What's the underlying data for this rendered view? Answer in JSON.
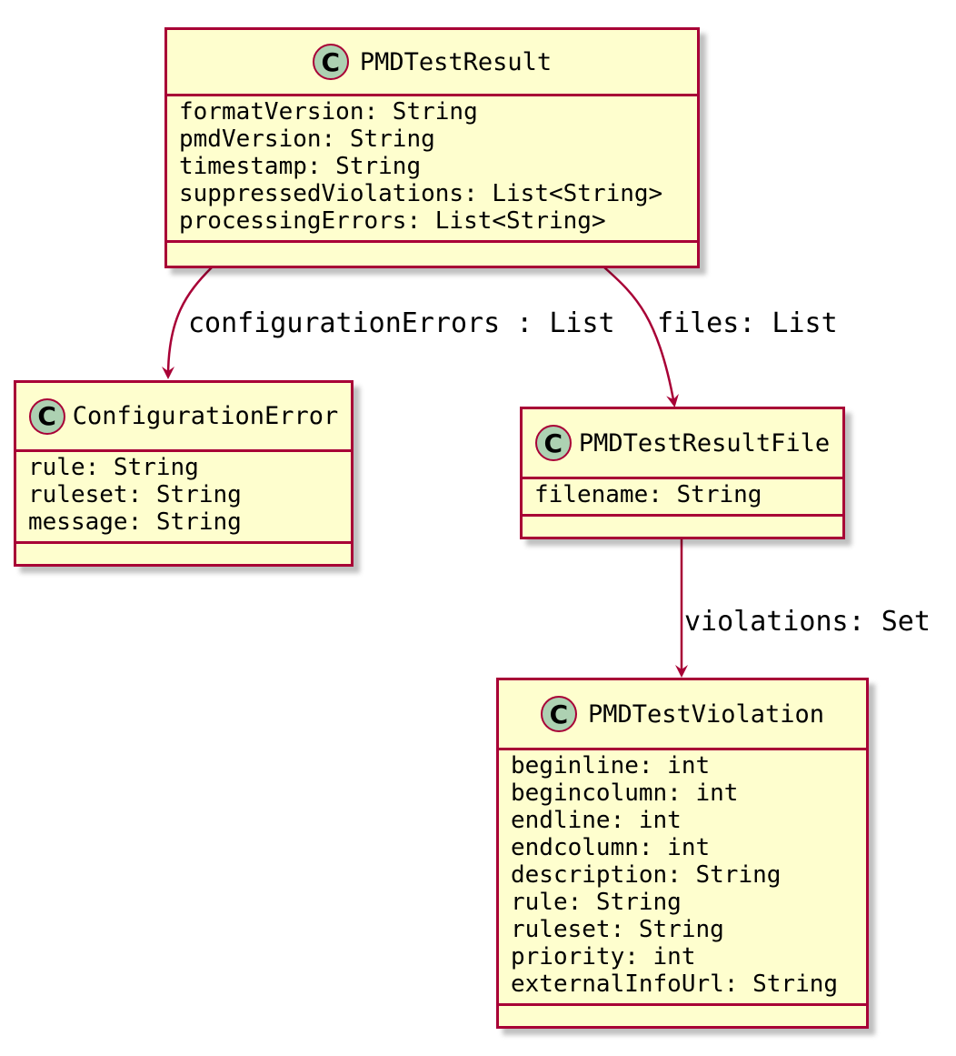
{
  "classes": {
    "pmd_test_result": {
      "badge": "C",
      "name": "PMDTestResult",
      "fields": [
        "formatVersion: String",
        "pmdVersion: String",
        "timestamp: String",
        "suppressedViolations: List<String>",
        "processingErrors: List<String>"
      ]
    },
    "configuration_error": {
      "badge": "C",
      "name": "ConfigurationError",
      "fields": [
        "rule: String",
        "ruleset: String",
        "message: String"
      ]
    },
    "pmd_test_result_file": {
      "badge": "C",
      "name": "PMDTestResultFile",
      "fields": [
        "filename: String"
      ]
    },
    "pmd_test_violation": {
      "badge": "C",
      "name": "PMDTestViolation",
      "fields": [
        "beginline: int",
        "begincolumn: int",
        "endline: int",
        "endcolumn: int",
        "description: String",
        "rule: String",
        "ruleset: String",
        "priority: int",
        "externalInfoUrl: String"
      ]
    }
  },
  "edges": {
    "configuration_errors": "configurationErrors : List",
    "files": "files: List",
    "violations": "violations: Set"
  },
  "colors": {
    "border": "#a80036",
    "class_fill": "#fefece",
    "badge_fill": "#add1b2"
  }
}
